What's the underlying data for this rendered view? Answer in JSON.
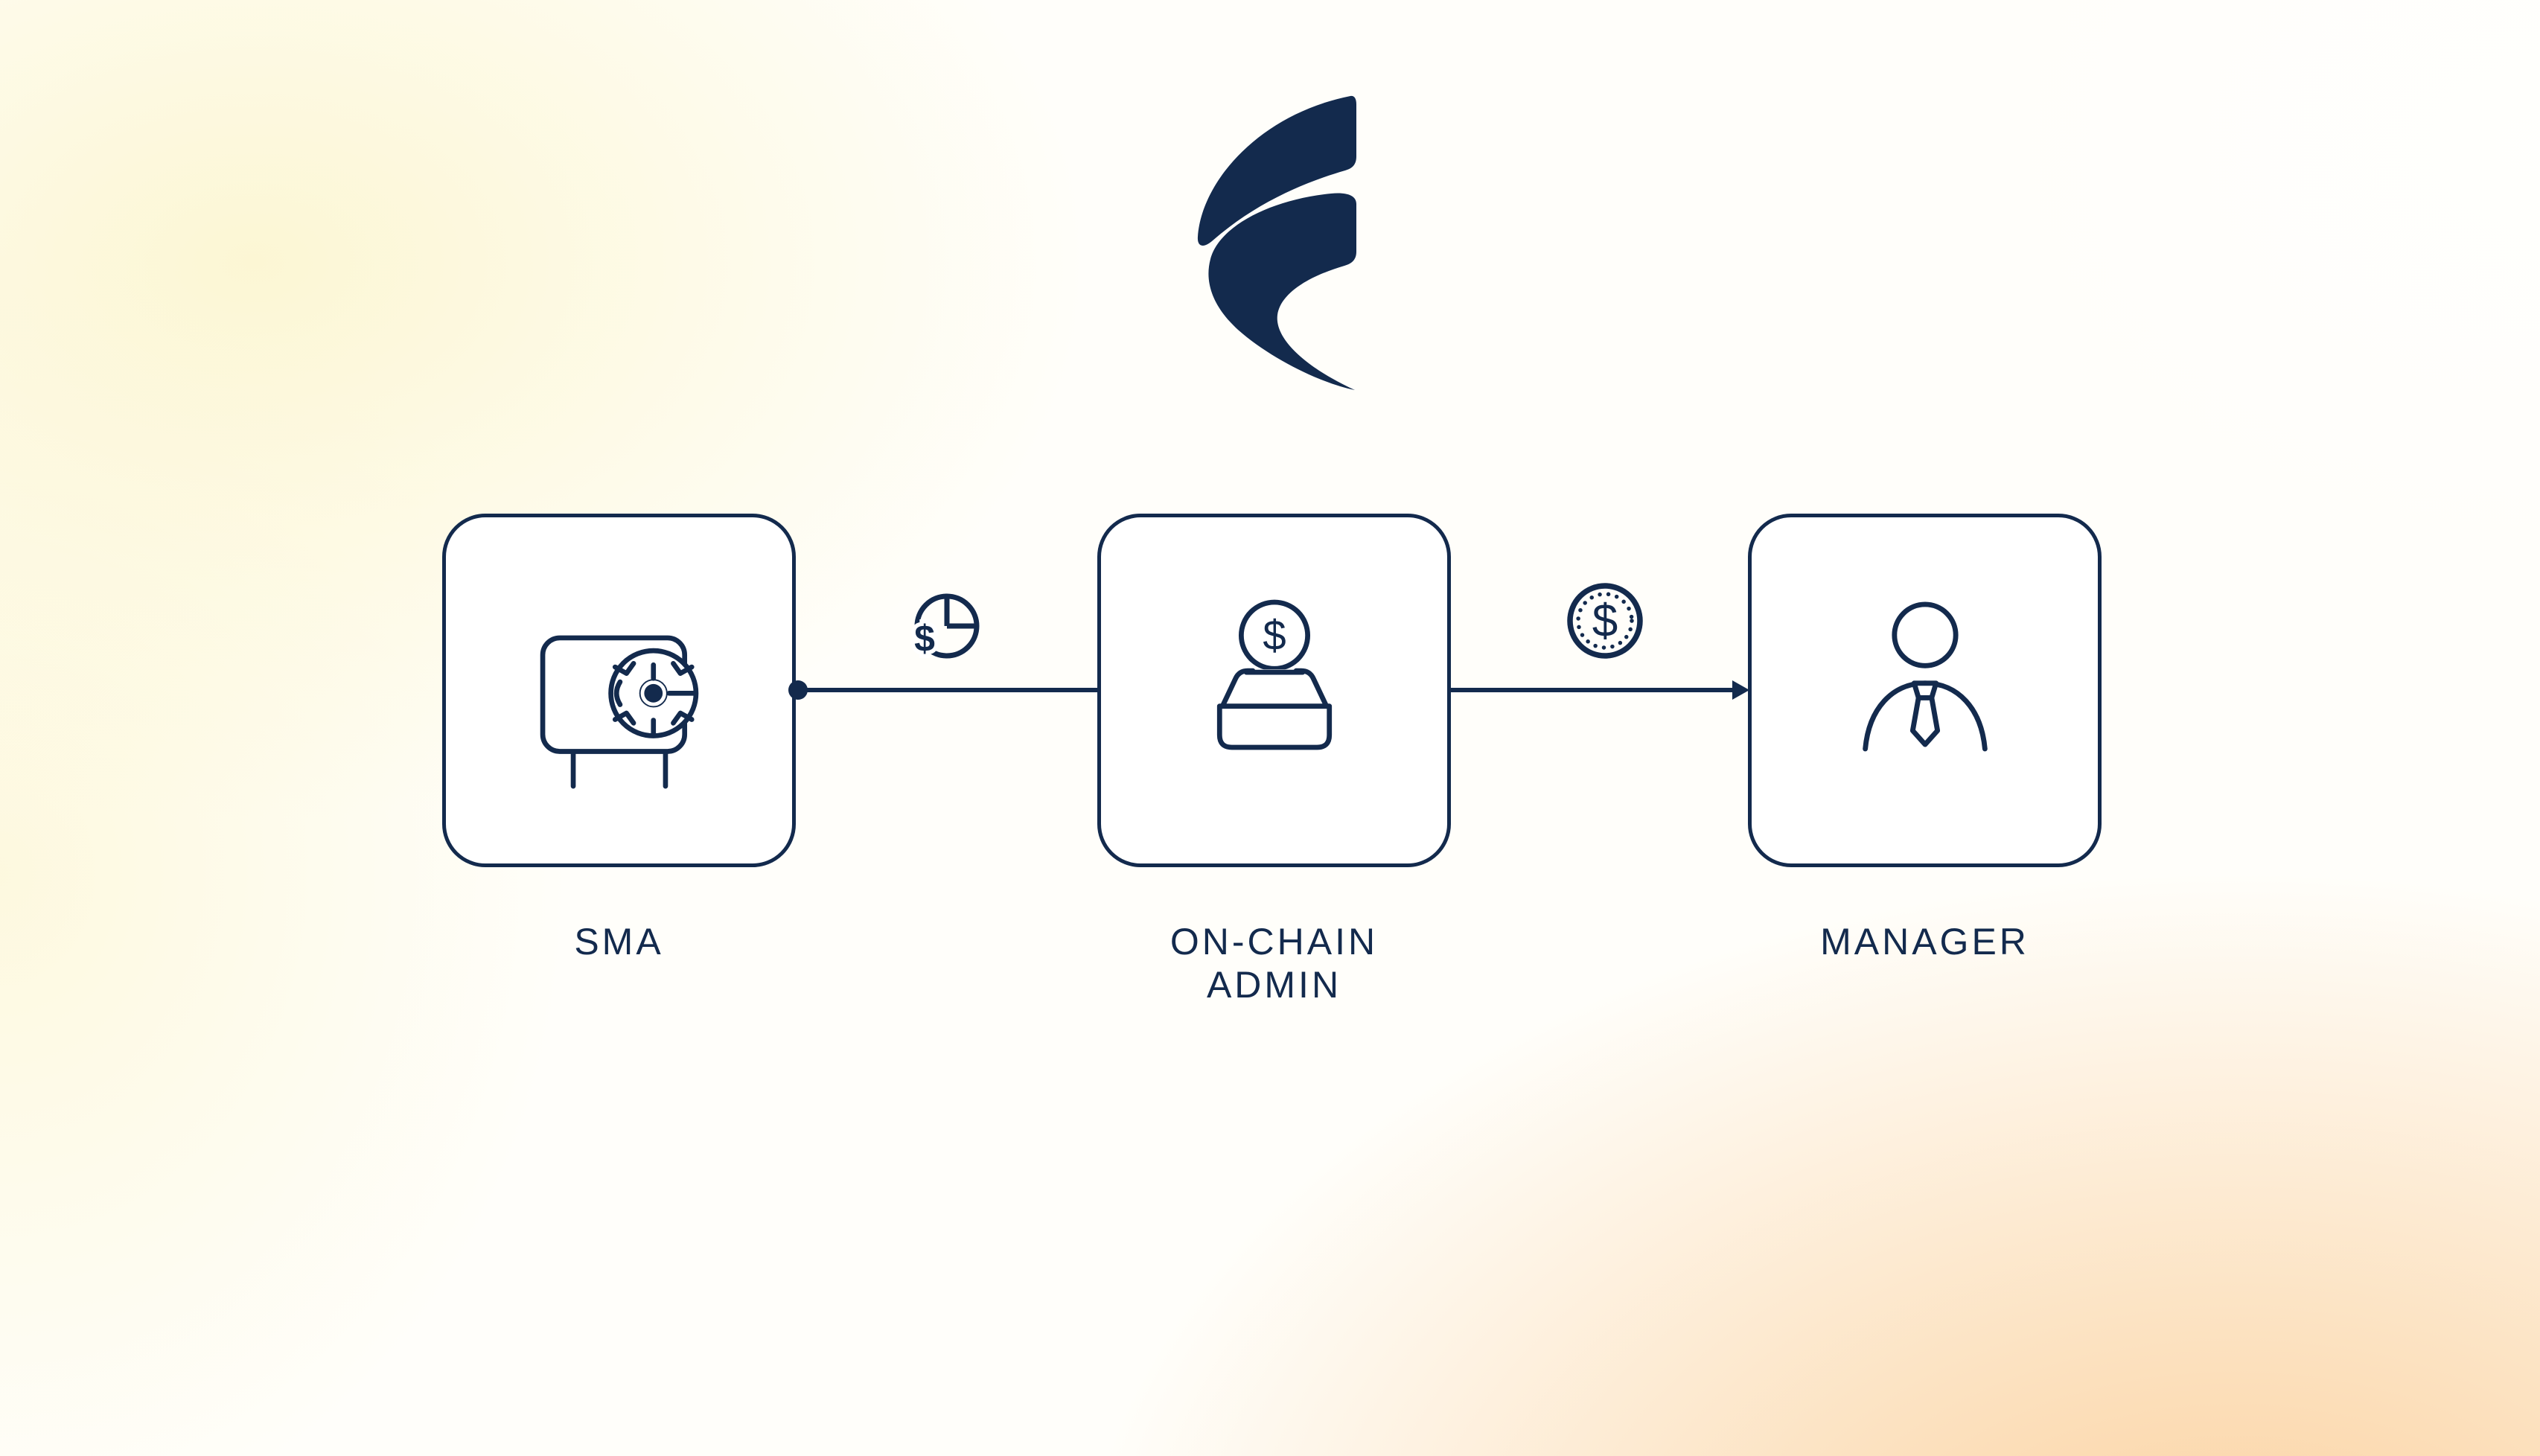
{
  "theme": {
    "navy": "#132A4D",
    "node_background": "#FFFFFF",
    "background_yellow": "#FCF6D2",
    "background_peach": "#FACD96",
    "background_base": "#FFFEFA"
  },
  "diagram": {
    "nodes": [
      {
        "id": "sma",
        "label": "SMA",
        "icon": "vault-icon"
      },
      {
        "id": "on_chain_admin",
        "label": "ON-CHAIN ADMIN",
        "icon": "deposit-box-icon"
      },
      {
        "id": "manager",
        "label": "MANAGER",
        "icon": "person-tie-icon"
      }
    ],
    "connectors": [
      {
        "from": "sma",
        "to": "on_chain_admin",
        "start_marker": "dot",
        "end_marker": "none",
        "badge_icon": "pie-chart-dollar-icon"
      },
      {
        "from": "on_chain_admin",
        "to": "manager",
        "start_marker": "none",
        "end_marker": "arrow",
        "badge_icon": "dollar-coin-icon"
      }
    ],
    "symbols": {
      "dollar": "$"
    }
  }
}
